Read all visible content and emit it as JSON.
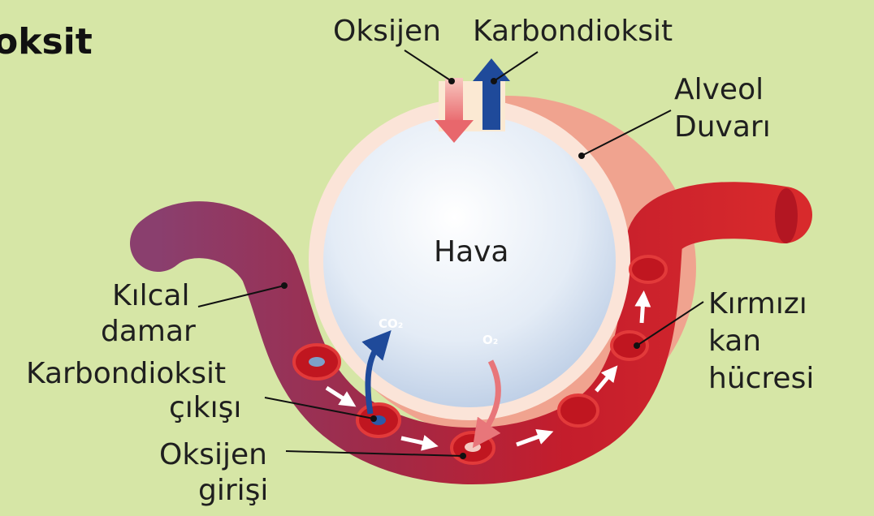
{
  "title_fragment": "oksit",
  "labels": {
    "oxygen": "Oksijen",
    "carbon_dioxide": "Karbondioksit",
    "alveol_line1": "Alveol",
    "alveol_line2": "Duvarı",
    "air": "Hava",
    "capillary_line1": "Kılcal",
    "capillary_line2": "damar",
    "co2_exit_line1": "Karbondioksit",
    "co2_exit_line2": "çıkışı",
    "o2_entry_line1": "Oksijen",
    "o2_entry_line2": "girişi",
    "rbc_line1": "Kırmızı",
    "rbc_line2": "kan",
    "rbc_line3": "hücresi",
    "co2_small": "CO₂",
    "o2_small": "O₂"
  },
  "colors": {
    "background": "#d6e6a6",
    "vein": "#8a3f6e",
    "artery": "#d4202b",
    "oxygen_arrow": "#e8767a",
    "co2_arrow": "#1f4a9a",
    "alveolus_wall": "#f3b6a4"
  }
}
